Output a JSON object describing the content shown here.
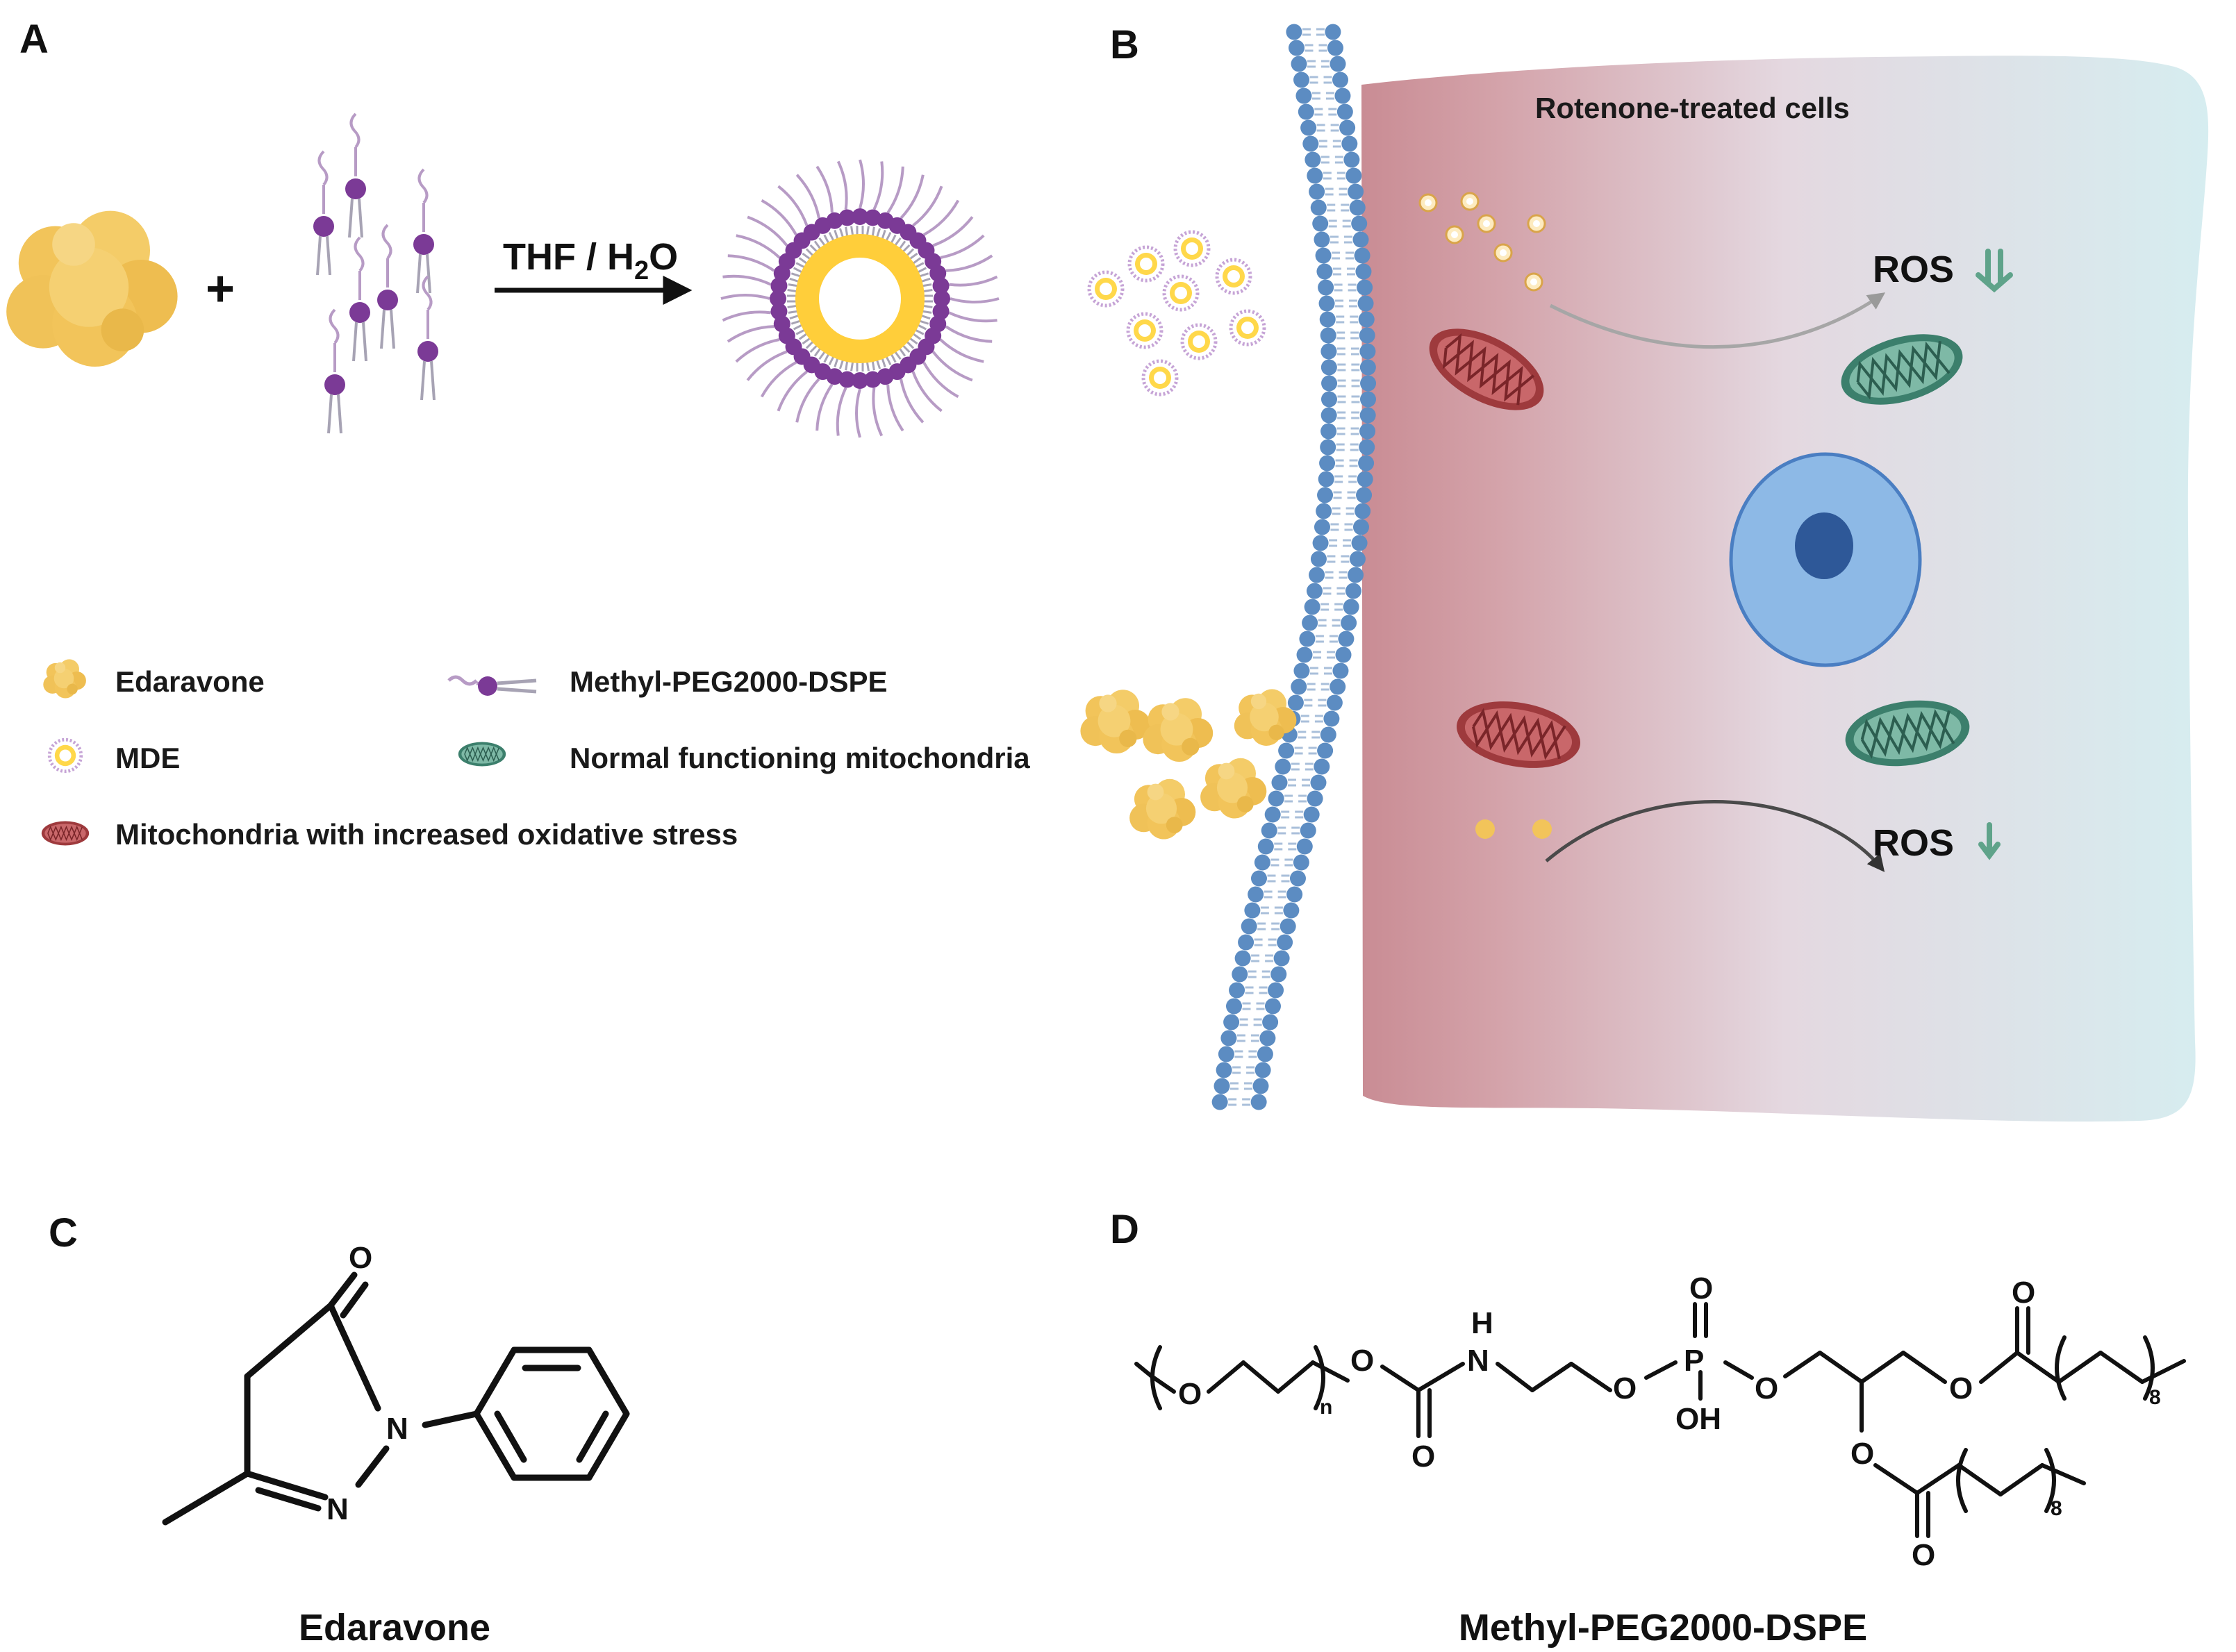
{
  "panels": {
    "a": "A",
    "b": "B",
    "c": "C",
    "d": "D"
  },
  "panel_a": {
    "plus": "+",
    "reaction_main": "THF / H",
    "reaction_sub": "2",
    "reaction_end": "O"
  },
  "legend": {
    "edaravone": "Edaravone",
    "mde": "MDE",
    "peg": "Methyl-PEG2000-DSPE",
    "normal_mito": "Normal functioning mitochondria",
    "stressed_mito": "Mitochondria with increased oxidative stress"
  },
  "panel_b": {
    "title": "Rotenone-treated cells",
    "ros_top": "ROS",
    "ros_bottom": "ROS"
  },
  "panel_c": {
    "caption": "Edaravone",
    "atom_o": "O",
    "atom_n1": "N",
    "atom_n2": "N"
  },
  "panel_d": {
    "caption": "Methyl-PEG2000-DSPE",
    "o1": "O",
    "n_sub": "n",
    "o2": "O",
    "o_carbonyl": "O",
    "h": "H",
    "n": "N",
    "o3": "O",
    "p": "P",
    "o_p_top": "O",
    "oh": "OH",
    "o4": "O",
    "o5": "O",
    "o6": "O",
    "sub8a": "8",
    "o7": "O",
    "o8": "O",
    "sub8b": "8"
  },
  "colors": {
    "edaravone": "#F2C45A",
    "mde_core": "#FFD84A",
    "peg_head": "#7B3A96",
    "membrane": "#5C8CC2",
    "stressed_mito": "#B24A4C",
    "normal_mito": "#4E9A83",
    "cell_left": "#C98C94",
    "cell_right": "#D6EDF0",
    "nucleus": "#8DB9E6",
    "nucleolus": "#2E5898",
    "ros_arrow": "#5FA38A"
  }
}
